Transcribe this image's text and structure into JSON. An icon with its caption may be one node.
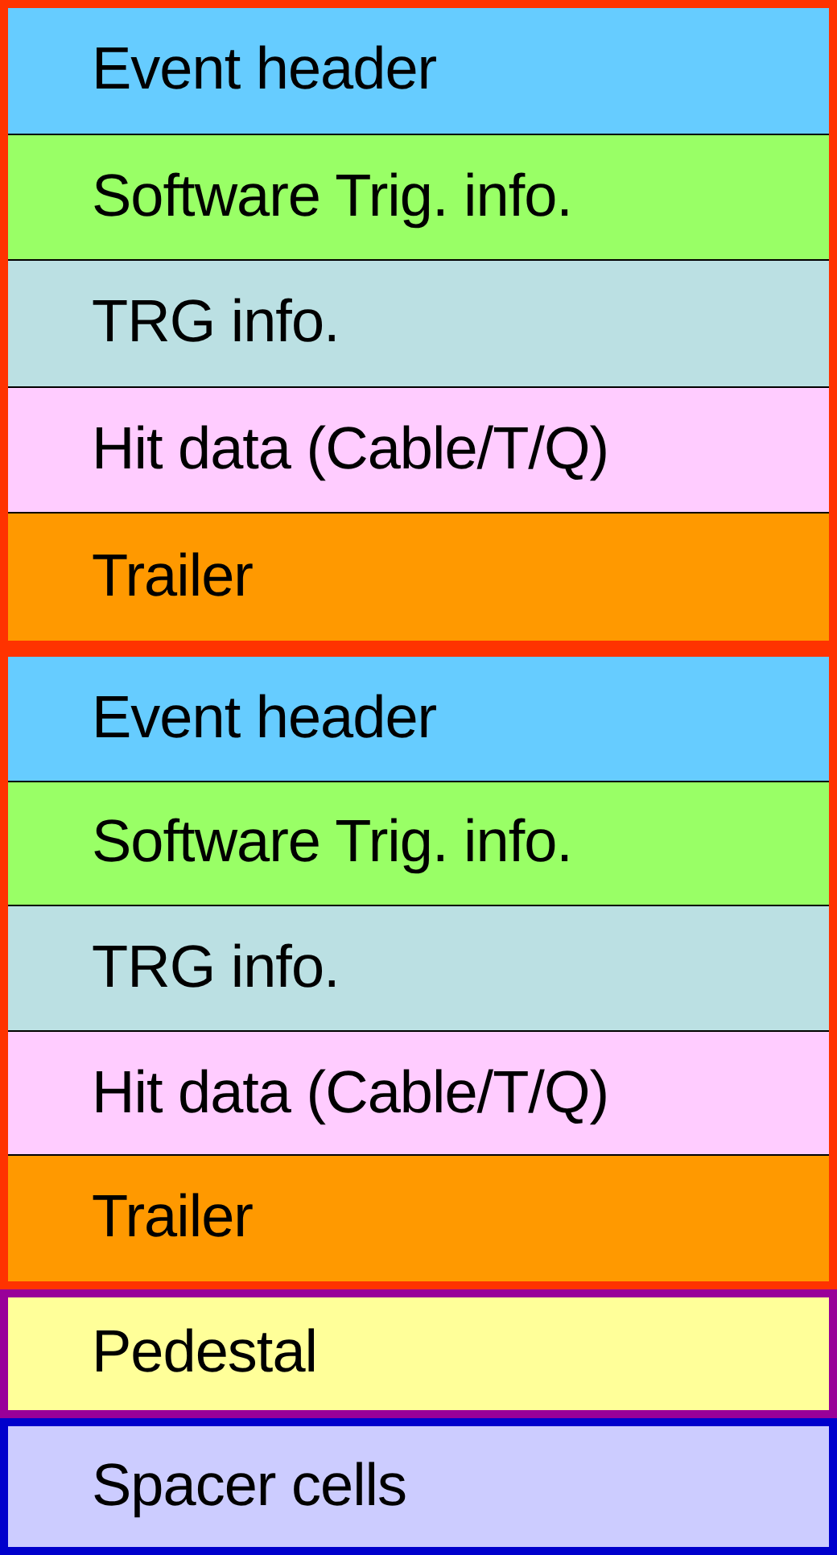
{
  "diagram": {
    "nodes": [
      {
        "text": [],
        "shape": "box"
      },
      {
        "text": [
          "Event header"
        ],
        "in": 0
      },
      {
        "text": [
          "Software Trig. info."
        ],
        "in": 0
      },
      {
        "text": [
          "TRG info."
        ],
        "in": 0
      },
      {
        "text": [
          "Hit data (Cable/T/Q)"
        ],
        "in": 0
      },
      {
        "text": [
          "Trailer"
        ],
        "in": 0
      },
      {
        "text": [],
        "shape": "box"
      },
      {
        "text": [
          "Event header"
        ],
        "in": 6
      },
      {
        "text": [
          "Software Trig. info."
        ],
        "in": 6
      },
      {
        "text": [
          "TRG info."
        ],
        "in": 6
      },
      {
        "text": [
          "Hit data (Cable/T/Q)"
        ],
        "in": 6
      },
      {
        "text": [
          "Trailer"
        ],
        "in": 6
      },
      {
        "text": [
          "Pedestal"
        ]
      },
      {
        "text": [
          "Spacer cells"
        ]
      }
    ]
  }
}
